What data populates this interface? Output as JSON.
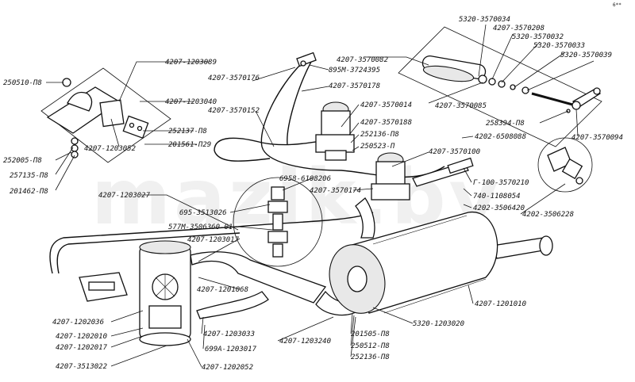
{
  "labels": [
    "5320-3570034",
    "4207-3570208",
    "5320-3570032",
    "5320-3570033",
    "5320-3570039",
    "4207-3570082",
    "4207-3570085",
    "258394-П8",
    "4207-3570094",
    "4207-1203089",
    "250510-П8",
    "4207-1203040",
    "4207-1203052",
    "252137-П8",
    "201561-П29",
    "252005-П8",
    "257135-П8",
    "201462-П8",
    "4207-3570176",
    "895М-3724395",
    "4207-3570178",
    "4207-3570152",
    "4207-3570014",
    "4207-3570188",
    "252136-П8",
    "250523-П",
    "4207-3570100",
    "4202-6508088",
    "4207-1203027",
    "6958-6108206",
    "4207-3570174",
    "695-3513026",
    "577М-3506360-01",
    "4207-1203017",
    "Г-100-3570210",
    "740-1108054",
    "4202-3506420",
    "4202-3506228",
    "4207-1201068",
    "4207-1201010",
    "4207-1202036",
    "4207-1202010",
    "4207-1202017",
    "4207-3513022",
    "4207-1203033",
    "699А-1203017",
    "4207-1202052",
    "4207-1203240",
    "201505-П8",
    "250512-П8",
    "252136-П8",
    "5320-1203020"
  ],
  "watermark": "mazik.by",
  "corner_mark": "6**"
}
